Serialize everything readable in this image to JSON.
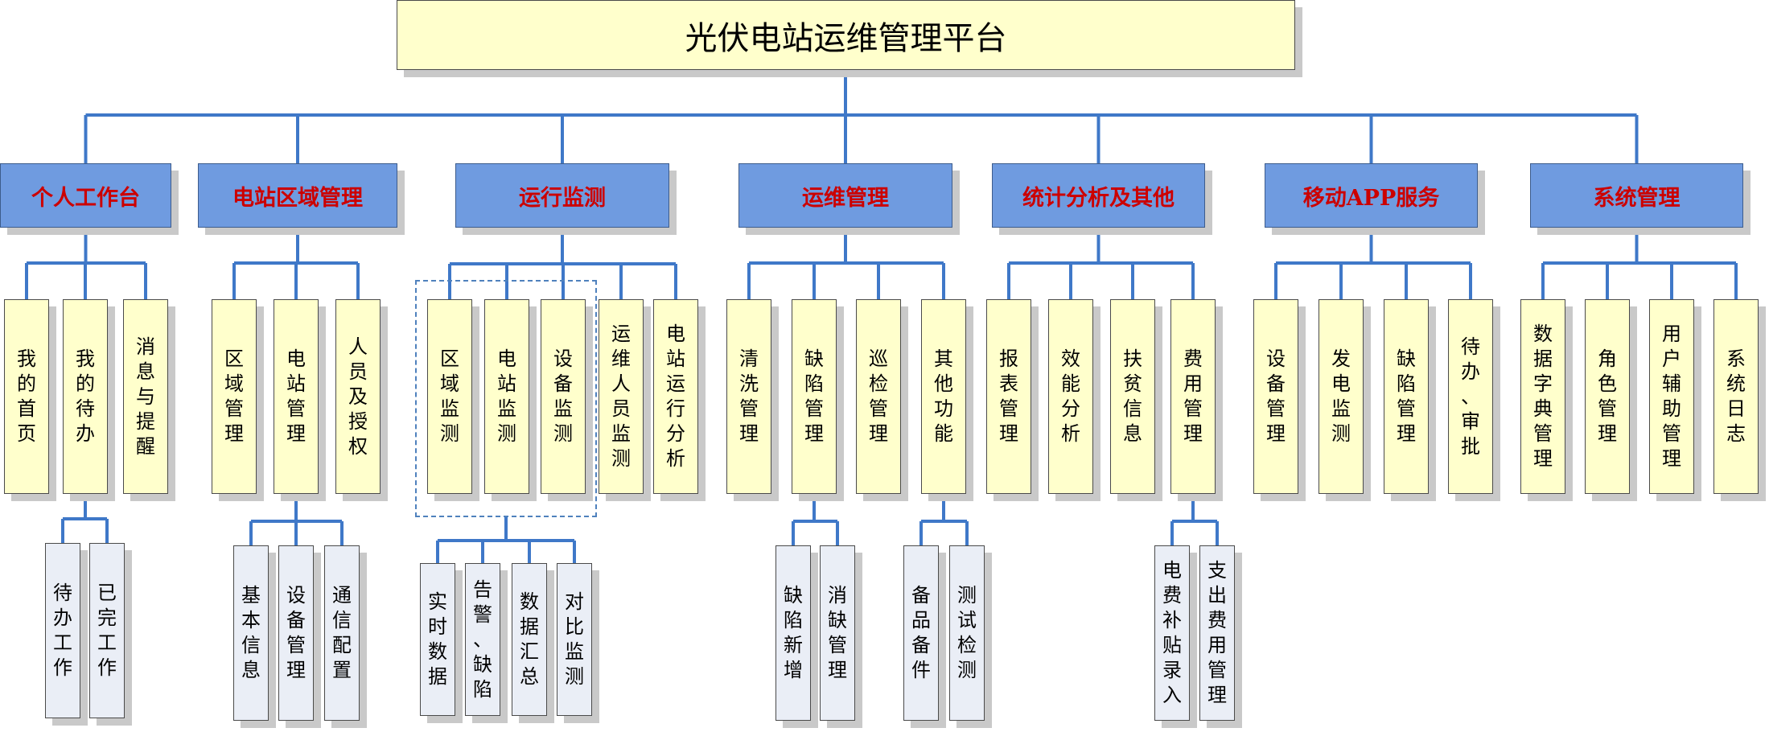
{
  "title": "光伏电站运维管理平台",
  "categories": [
    {
      "label": "个人工作台",
      "items": [
        {
          "label": "我的首页"
        },
        {
          "label": "我的待办",
          "sub": [
            "待办工作",
            "已完工作"
          ]
        },
        {
          "label": "消息与提醒"
        }
      ]
    },
    {
      "label": "电站区域管理",
      "items": [
        {
          "label": "区域管理"
        },
        {
          "label": "电站管理",
          "sub": [
            "基本信息",
            "设备管理",
            "通信配置"
          ]
        },
        {
          "label": "人员及授权"
        }
      ]
    },
    {
      "label": "运行监测",
      "items": [
        {
          "label": "区域监测"
        },
        {
          "label": "电站监测"
        },
        {
          "label": "设备监测"
        },
        {
          "label": "运维人员监测"
        },
        {
          "label": "电站运行分析"
        }
      ],
      "group_sub": [
        "实时数据",
        "告警、缺陷",
        "数据汇总",
        "对比监测"
      ]
    },
    {
      "label": "运维管理",
      "items": [
        {
          "label": "清洗管理"
        },
        {
          "label": "缺陷管理",
          "sub": [
            "缺陷新增",
            "消缺管理"
          ]
        },
        {
          "label": "巡检管理"
        },
        {
          "label": "其他功能",
          "sub": [
            "备品备件",
            "测试检测"
          ]
        }
      ]
    },
    {
      "label": "统计分析及其他",
      "items": [
        {
          "label": "报表管理"
        },
        {
          "label": "效能分析"
        },
        {
          "label": "扶贫信息"
        },
        {
          "label": "费用管理",
          "sub": [
            "电费补贴录入",
            "支出费用管理"
          ]
        }
      ]
    },
    {
      "label": "移动APP服务",
      "items": [
        {
          "label": "设备管理"
        },
        {
          "label": "发电监测"
        },
        {
          "label": "缺陷管理"
        },
        {
          "label": "待办、审批"
        }
      ]
    },
    {
      "label": "系统管理",
      "items": [
        {
          "label": "数据字典管理"
        },
        {
          "label": "角色管理"
        },
        {
          "label": "用户辅助管理"
        },
        {
          "label": "系统日志"
        }
      ]
    }
  ],
  "colors": {
    "connector": "#3f78c8",
    "category_fill": "#6f9be0",
    "category_text": "#cc0000",
    "leaf_fill": "#ffffcc",
    "sub_fill": "#eaeef6",
    "shadow": "#c9c9c9"
  }
}
